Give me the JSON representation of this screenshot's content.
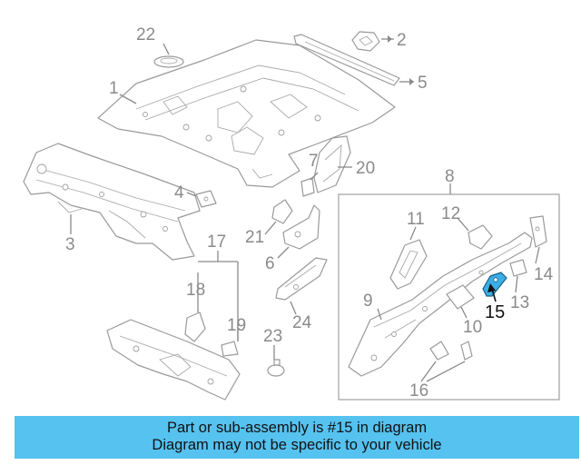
{
  "colors": {
    "banner_bg": "#56c2f0",
    "highlight_part": "#3aaee6",
    "part_stroke": "#9a9a9a",
    "label_gray": "#8a8a8a"
  },
  "diagram": {
    "callouts": [
      {
        "id": "1",
        "label": "1"
      },
      {
        "id": "2",
        "label": "2"
      },
      {
        "id": "3",
        "label": "3"
      },
      {
        "id": "4",
        "label": "4"
      },
      {
        "id": "5",
        "label": "5"
      },
      {
        "id": "6",
        "label": "6"
      },
      {
        "id": "7",
        "label": "7"
      },
      {
        "id": "8",
        "label": "8"
      },
      {
        "id": "9",
        "label": "9"
      },
      {
        "id": "10",
        "label": "10"
      },
      {
        "id": "11",
        "label": "11"
      },
      {
        "id": "12",
        "label": "12"
      },
      {
        "id": "13",
        "label": "13"
      },
      {
        "id": "14",
        "label": "14"
      },
      {
        "id": "15",
        "label": "15"
      },
      {
        "id": "16",
        "label": "16"
      },
      {
        "id": "17",
        "label": "17"
      },
      {
        "id": "18",
        "label": "18"
      },
      {
        "id": "19",
        "label": "19"
      },
      {
        "id": "20",
        "label": "20"
      },
      {
        "id": "21",
        "label": "21"
      },
      {
        "id": "22",
        "label": "22"
      },
      {
        "id": "23",
        "label": "23"
      },
      {
        "id": "24",
        "label": "24"
      }
    ],
    "highlighted": "15"
  },
  "banner": {
    "line1": "Part or sub-assembly is #15 in diagram",
    "line2": "Diagram may not be specific to your vehicle"
  }
}
